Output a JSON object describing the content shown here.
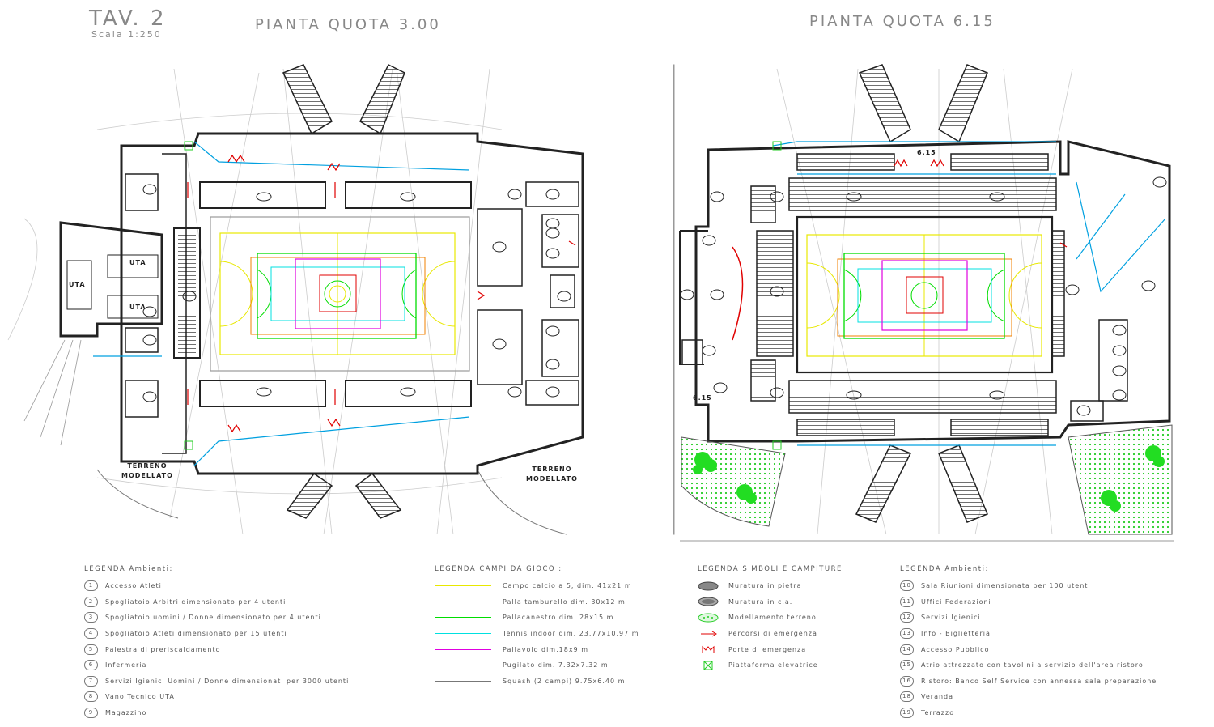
{
  "header": {
    "tav": "TAV. 2",
    "scala": "Scala 1:250",
    "plan_left_title": "PIANTA QUOTA 3.00",
    "plan_right_title": "PIANTA QUOTA 6.15"
  },
  "plan_labels": {
    "uta": "UTA",
    "terreno": "TERRENO",
    "modellato": "MODELLATO",
    "level": "6.15"
  },
  "legend_ambienti_1": {
    "heading": "LEGENDA Ambienti:",
    "items": [
      {
        "num": "1",
        "text": "Accesso Atleti"
      },
      {
        "num": "2",
        "text": "Spogliatoio Arbitri dimensionato per 4 utenti"
      },
      {
        "num": "3",
        "text": "Spogliatoio uomini / Donne dimensionato per 4 utenti"
      },
      {
        "num": "4",
        "text": "Spogliatoio Atleti dimensionato per 15 utenti"
      },
      {
        "num": "5",
        "text": "Palestra di preriscaldamento"
      },
      {
        "num": "6",
        "text": "Infermeria"
      },
      {
        "num": "7",
        "text": "Servizi Igienici Uomini / Donne dimensionati per 3000 utenti"
      },
      {
        "num": "8",
        "text": "Vano Tecnico UTA"
      },
      {
        "num": "9",
        "text": "Magazzino"
      }
    ]
  },
  "legend_campi": {
    "heading": "LEGENDA CAMPI DA GIOCO :",
    "items": [
      {
        "color": "#e8e800",
        "text": "Campo calcio a 5, dim. 41x21 m"
      },
      {
        "color": "#f08000",
        "text": "Palla tamburello dim. 30x12 m"
      },
      {
        "color": "#00dd00",
        "text": "Pallacanestro dim. 28x15 m"
      },
      {
        "color": "#00e0e0",
        "text": "Tennis indoor dim. 23.77x10.97 m"
      },
      {
        "color": "#e000e0",
        "text": "Pallavolo dim.18x9 m"
      },
      {
        "color": "#e00000",
        "text": "Pugilato dim. 7.32x7.32 m"
      },
      {
        "color": "#777777",
        "text": "Squash (2 campi) 9.75x6.40 m"
      }
    ]
  },
  "legend_simboli": {
    "heading": "LEGENDA SIMBOLI E CAMPITURE :",
    "items": [
      {
        "icon": "hatch-stone-icon",
        "text": "Muratura in pietra"
      },
      {
        "icon": "hatch-concrete-icon",
        "text": "Muratura in c.a."
      },
      {
        "icon": "green-dotted-terrain-icon",
        "text": "Modellamento terreno"
      },
      {
        "icon": "red-arrow-icon",
        "text": "Percorsi di emergenza"
      },
      {
        "icon": "emergency-door-icon",
        "text": "Porte di emergenza"
      },
      {
        "icon": "lift-platform-icon",
        "text": "Piattaforma elevatrice"
      }
    ]
  },
  "legend_ambienti_2": {
    "heading": "LEGENDA Ambienti:",
    "items": [
      {
        "num": "10",
        "text": "Sala Riunioni dimensionata per 100 utenti"
      },
      {
        "num": "11",
        "text": "Uffici Federazioni"
      },
      {
        "num": "12",
        "text": "Servizi Igienici"
      },
      {
        "num": "13",
        "text": "Info - Biglietteria"
      },
      {
        "num": "14",
        "text": "Accesso Pubblico"
      },
      {
        "num": "15",
        "text": "Atrio attrezzato con tavolini a servizio dell'area ristoro"
      },
      {
        "num": "16",
        "text": "Ristoro: Banco Self Service con annessa sala preparazione"
      },
      {
        "num": "18",
        "text": "Veranda"
      },
      {
        "num": "19",
        "text": "Terrazzo"
      }
    ]
  },
  "colors": {
    "court_yellow": "#e8e800",
    "court_green": "#00dd00",
    "court_cyan": "#00e0e0",
    "court_magenta": "#e000e0",
    "court_orange": "#f08000",
    "wall": "#222222",
    "terrain_green": "#22cc22"
  }
}
